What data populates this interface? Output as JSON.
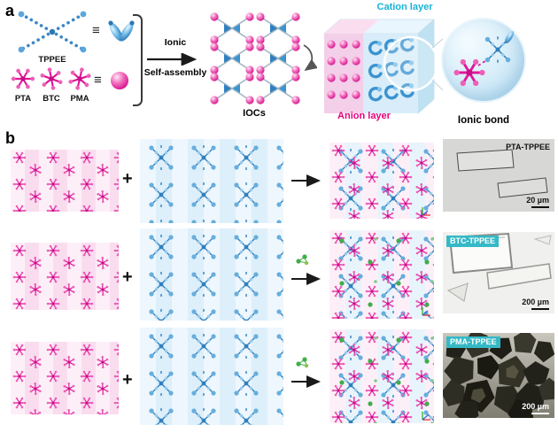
{
  "panel_a": {
    "label": "a",
    "tppee": {
      "label": "TPPEE",
      "equiv": "≡"
    },
    "anions": {
      "labels": [
        "PTA",
        "BTC",
        "PMA"
      ],
      "equiv": "≡"
    },
    "arrow": {
      "top": "Ionic",
      "bottom": "Self-assembly"
    },
    "iocs_label": "IOCs",
    "box": {
      "cation_label": "Cation layer",
      "anion_label": "Anion layer"
    },
    "zoom": {
      "label": "Ionic bond"
    }
  },
  "panel_b": {
    "label": "b",
    "plus": "+",
    "rows": [
      {
        "product": "PTA-TPPEE",
        "scale_bar": "20 µm"
      },
      {
        "product": "BTC-TPPEE",
        "scale_bar": "200 µm"
      },
      {
        "product": "PMA-TPPEE",
        "scale_bar": "200 µm"
      }
    ]
  },
  "colors": {
    "anion_magenta": "#e6007e",
    "cation_blue": "#2f7fc1",
    "cation_layer_cyan": "#17b4d9",
    "badge_teal": "#35b9c6",
    "additive_green": "#3fae49"
  },
  "icons": {
    "equivalence": "≡",
    "plus": "+",
    "reaction_arrow": "right-arrow",
    "rotate_arrow": "curved-arrow"
  }
}
